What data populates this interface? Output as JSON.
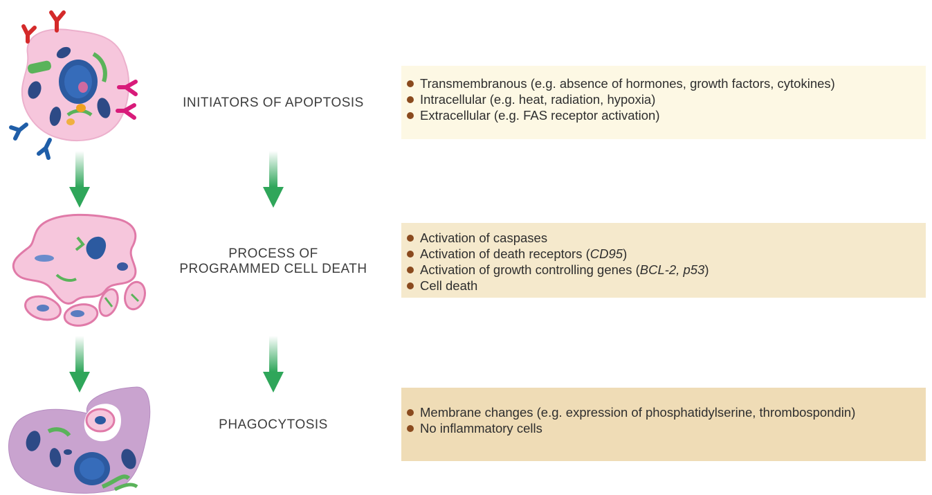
{
  "stages": [
    {
      "label_lines": [
        "INITIATORS OF APOPTOSIS"
      ],
      "box_color": "#fdf8e4",
      "items": [
        [
          {
            "t": "Transmembranous (e.g. absence of hormones, growth factors, cytokines)",
            "i": false
          }
        ],
        [
          {
            "t": "Intracellular (e.g. heat, radiation, hypoxia)",
            "i": false
          }
        ],
        [
          {
            "t": "Extracellular (e.g. FAS receptor activation)",
            "i": false
          }
        ]
      ]
    },
    {
      "label_lines": [
        "PROCESS OF",
        "PROGRAMMED CELL DEATH"
      ],
      "box_color": "#f5e9cc",
      "items": [
        [
          {
            "t": "Activation of caspases",
            "i": false
          }
        ],
        [
          {
            "t": "Activation of death receptors (",
            "i": false
          },
          {
            "t": "CD95",
            "i": true
          },
          {
            "t": ")",
            "i": false
          }
        ],
        [
          {
            "t": "Activation of growth controlling genes (",
            "i": false
          },
          {
            "t": "BCL-2, p53",
            "i": true
          },
          {
            "t": ")",
            "i": false
          }
        ],
        [
          {
            "t": "Cell death",
            "i": false
          }
        ]
      ]
    },
    {
      "label_lines": [
        "PHAGOCYTOSIS"
      ],
      "box_color": "#efdcb6",
      "items": [
        [
          {
            "t": "Membrane changes (e.g. expression of phosphatidylserine, thrombospondin)",
            "i": false
          }
        ],
        [
          {
            "t": "No inflammatory cells",
            "i": false
          }
        ]
      ]
    }
  ],
  "colors": {
    "arrow": "#2fa65a",
    "bullet": "#8a4a1e",
    "cell_pink": "#f6c6dc",
    "cell_border": "#e07aa8",
    "phagocyte": "#c9a3cf",
    "nucleus": "#2c5aa0",
    "receptor_red": "#d42a2a",
    "receptor_magenta": "#d81b7a",
    "receptor_blue": "#1f5ea8",
    "organelle_green": "#5ab35a",
    "organelle_orange": "#f0a020"
  },
  "icons": [
    "intact-cell-icon",
    "apoptotic-cell-icon",
    "phagocyte-icon",
    "down-arrow-icon"
  ]
}
